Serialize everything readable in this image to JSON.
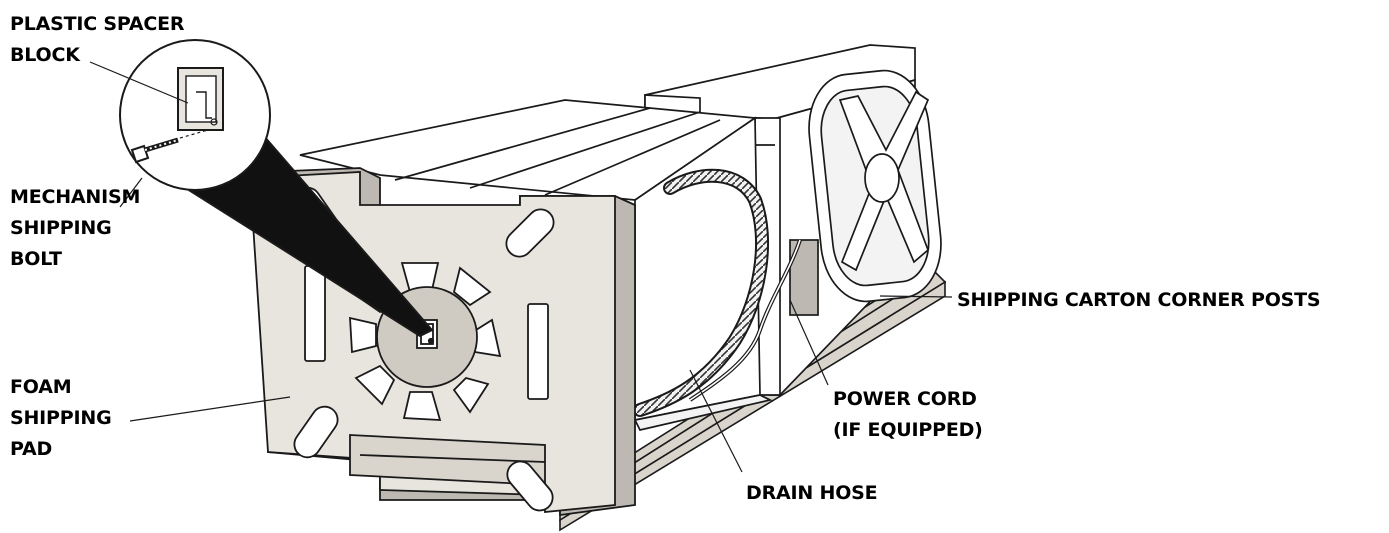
{
  "labels": {
    "spacer": [
      "PLASTIC SPACER",
      "BLOCK"
    ],
    "bolt": [
      "MECHANISM",
      "SHIPPING",
      "BOLT"
    ],
    "foam": [
      "FOAM",
      "SHIPPING",
      "PAD"
    ],
    "posts": "SHIPPING CARTON CORNER POSTS",
    "cord": [
      "POWER CORD",
      "(IF EQUIPPED)"
    ],
    "drain": "DRAIN HOSE"
  },
  "colors": {
    "foam": "#e8e4de",
    "foam_shadow": "#bdb8b1",
    "carton": "#d9d4cc",
    "line": "#1a1a1a",
    "body": "#ffffff",
    "panel": "#f3f3f3"
  }
}
